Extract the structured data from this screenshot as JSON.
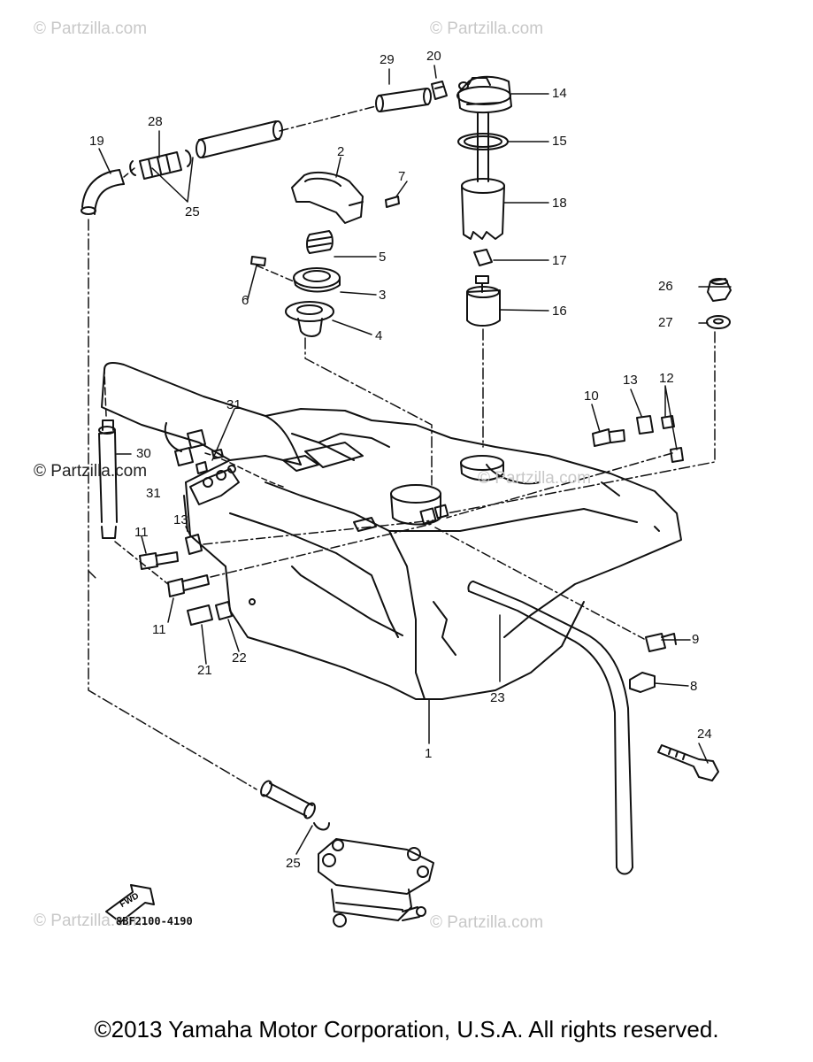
{
  "watermark": "© Partzilla.com",
  "fwd_label": "FWD",
  "drawing_code": "8BF2100-4190",
  "copyright": "©2013 Yamaha Motor Corporation, U.S.A. All rights reserved.",
  "callouts": [
    "1",
    "2",
    "3",
    "4",
    "5",
    "6",
    "7",
    "8",
    "9",
    "10",
    "11",
    "11",
    "12",
    "13",
    "13",
    "14",
    "15",
    "16",
    "17",
    "18",
    "19",
    "20",
    "21",
    "22",
    "23",
    "24",
    "25",
    "25",
    "26",
    "27",
    "28",
    "29",
    "30",
    "31",
    "31"
  ]
}
